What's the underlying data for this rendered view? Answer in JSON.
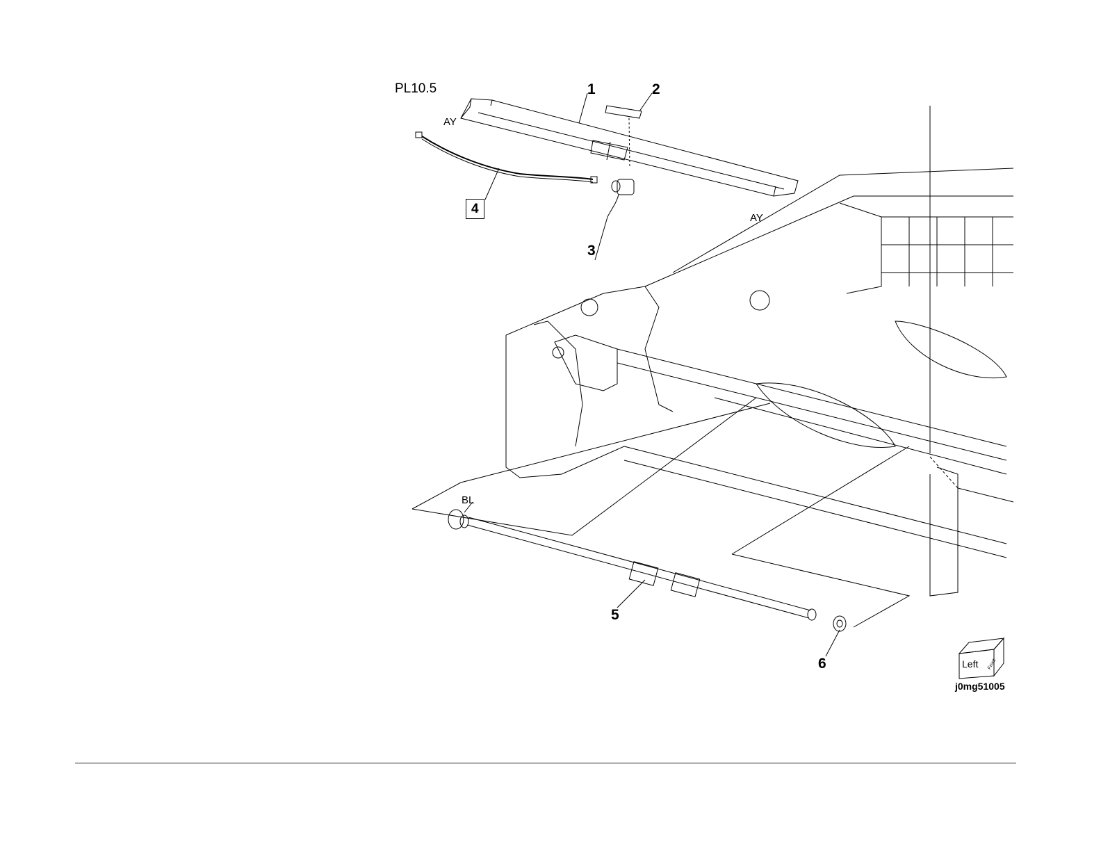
{
  "diagram": {
    "plate_id": "PL10.5",
    "image_id": "j0mg51005",
    "part_callouts": [
      "1",
      "2",
      "3",
      "4",
      "5",
      "6"
    ],
    "boxed_callout": "4",
    "reference_marks": {
      "ay_left": "AY",
      "ay_right": "AY",
      "bl": "BL"
    },
    "orientation_cube": {
      "left_face": "Left",
      "side_face": "Front"
    },
    "colors": {
      "line": "#000000",
      "background": "#ffffff"
    }
  }
}
